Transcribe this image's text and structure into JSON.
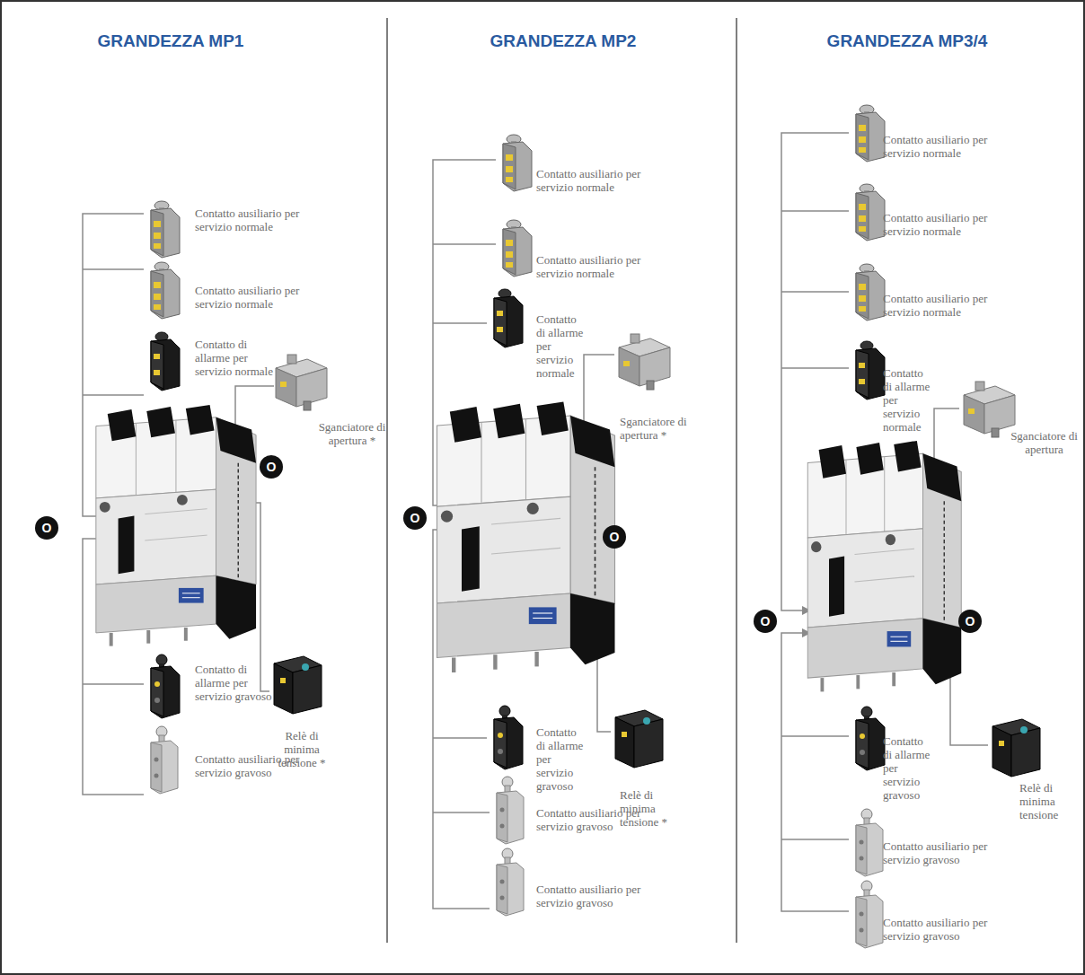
{
  "diagram": {
    "nodes": [
      {
        "text": [
          "O"
        ]
      },
      {
        "text": [
          "O"
        ]
      },
      {
        "text": [
          "O"
        ]
      },
      {
        "text": [
          "O"
        ]
      },
      {
        "text": [
          "O"
        ]
      },
      {
        "text": [
          "O"
        ]
      }
    ],
    "labels": [
      "GRANDEZZA MP1",
      "Contatto ausiliario per servizio normale",
      "Contatto ausiliario per servizio normale",
      "Contatto di allarme per servizio normale",
      "Sganciatore di apertura *",
      "Contatto di allarme per servizio gravoso",
      "Relè di minima tensione *",
      "Contatto ausiliario per servizio gravoso",
      "GRANDEZZA MP2",
      "Contatto ausiliario per servizio normale",
      "Contatto ausiliario per servizio normale",
      "Contatto di allarme per servizio normale",
      "Sganciatore di apertura *",
      "Contatto di allarme per servizio gravoso",
      "Relè di minima tensione *",
      "Contatto ausiliario per servizio gravoso",
      "Contatto ausiliario per servizio gravoso",
      "GRANDEZZA MP3/4",
      "Contatto ausiliario per servizio normale",
      "Contatto ausiliario per servizio normale",
      "Contatto ausiliario per servizio normale",
      "Contatto di allarme per servizio normale",
      "Sganciatore di apertura",
      "Contatto di allarme per servizio gravoso",
      "Relè di minima tensione",
      "Contatto ausiliario per servizio gravoso",
      "Contatto ausiliario per servizio gravoso"
    ]
  }
}
